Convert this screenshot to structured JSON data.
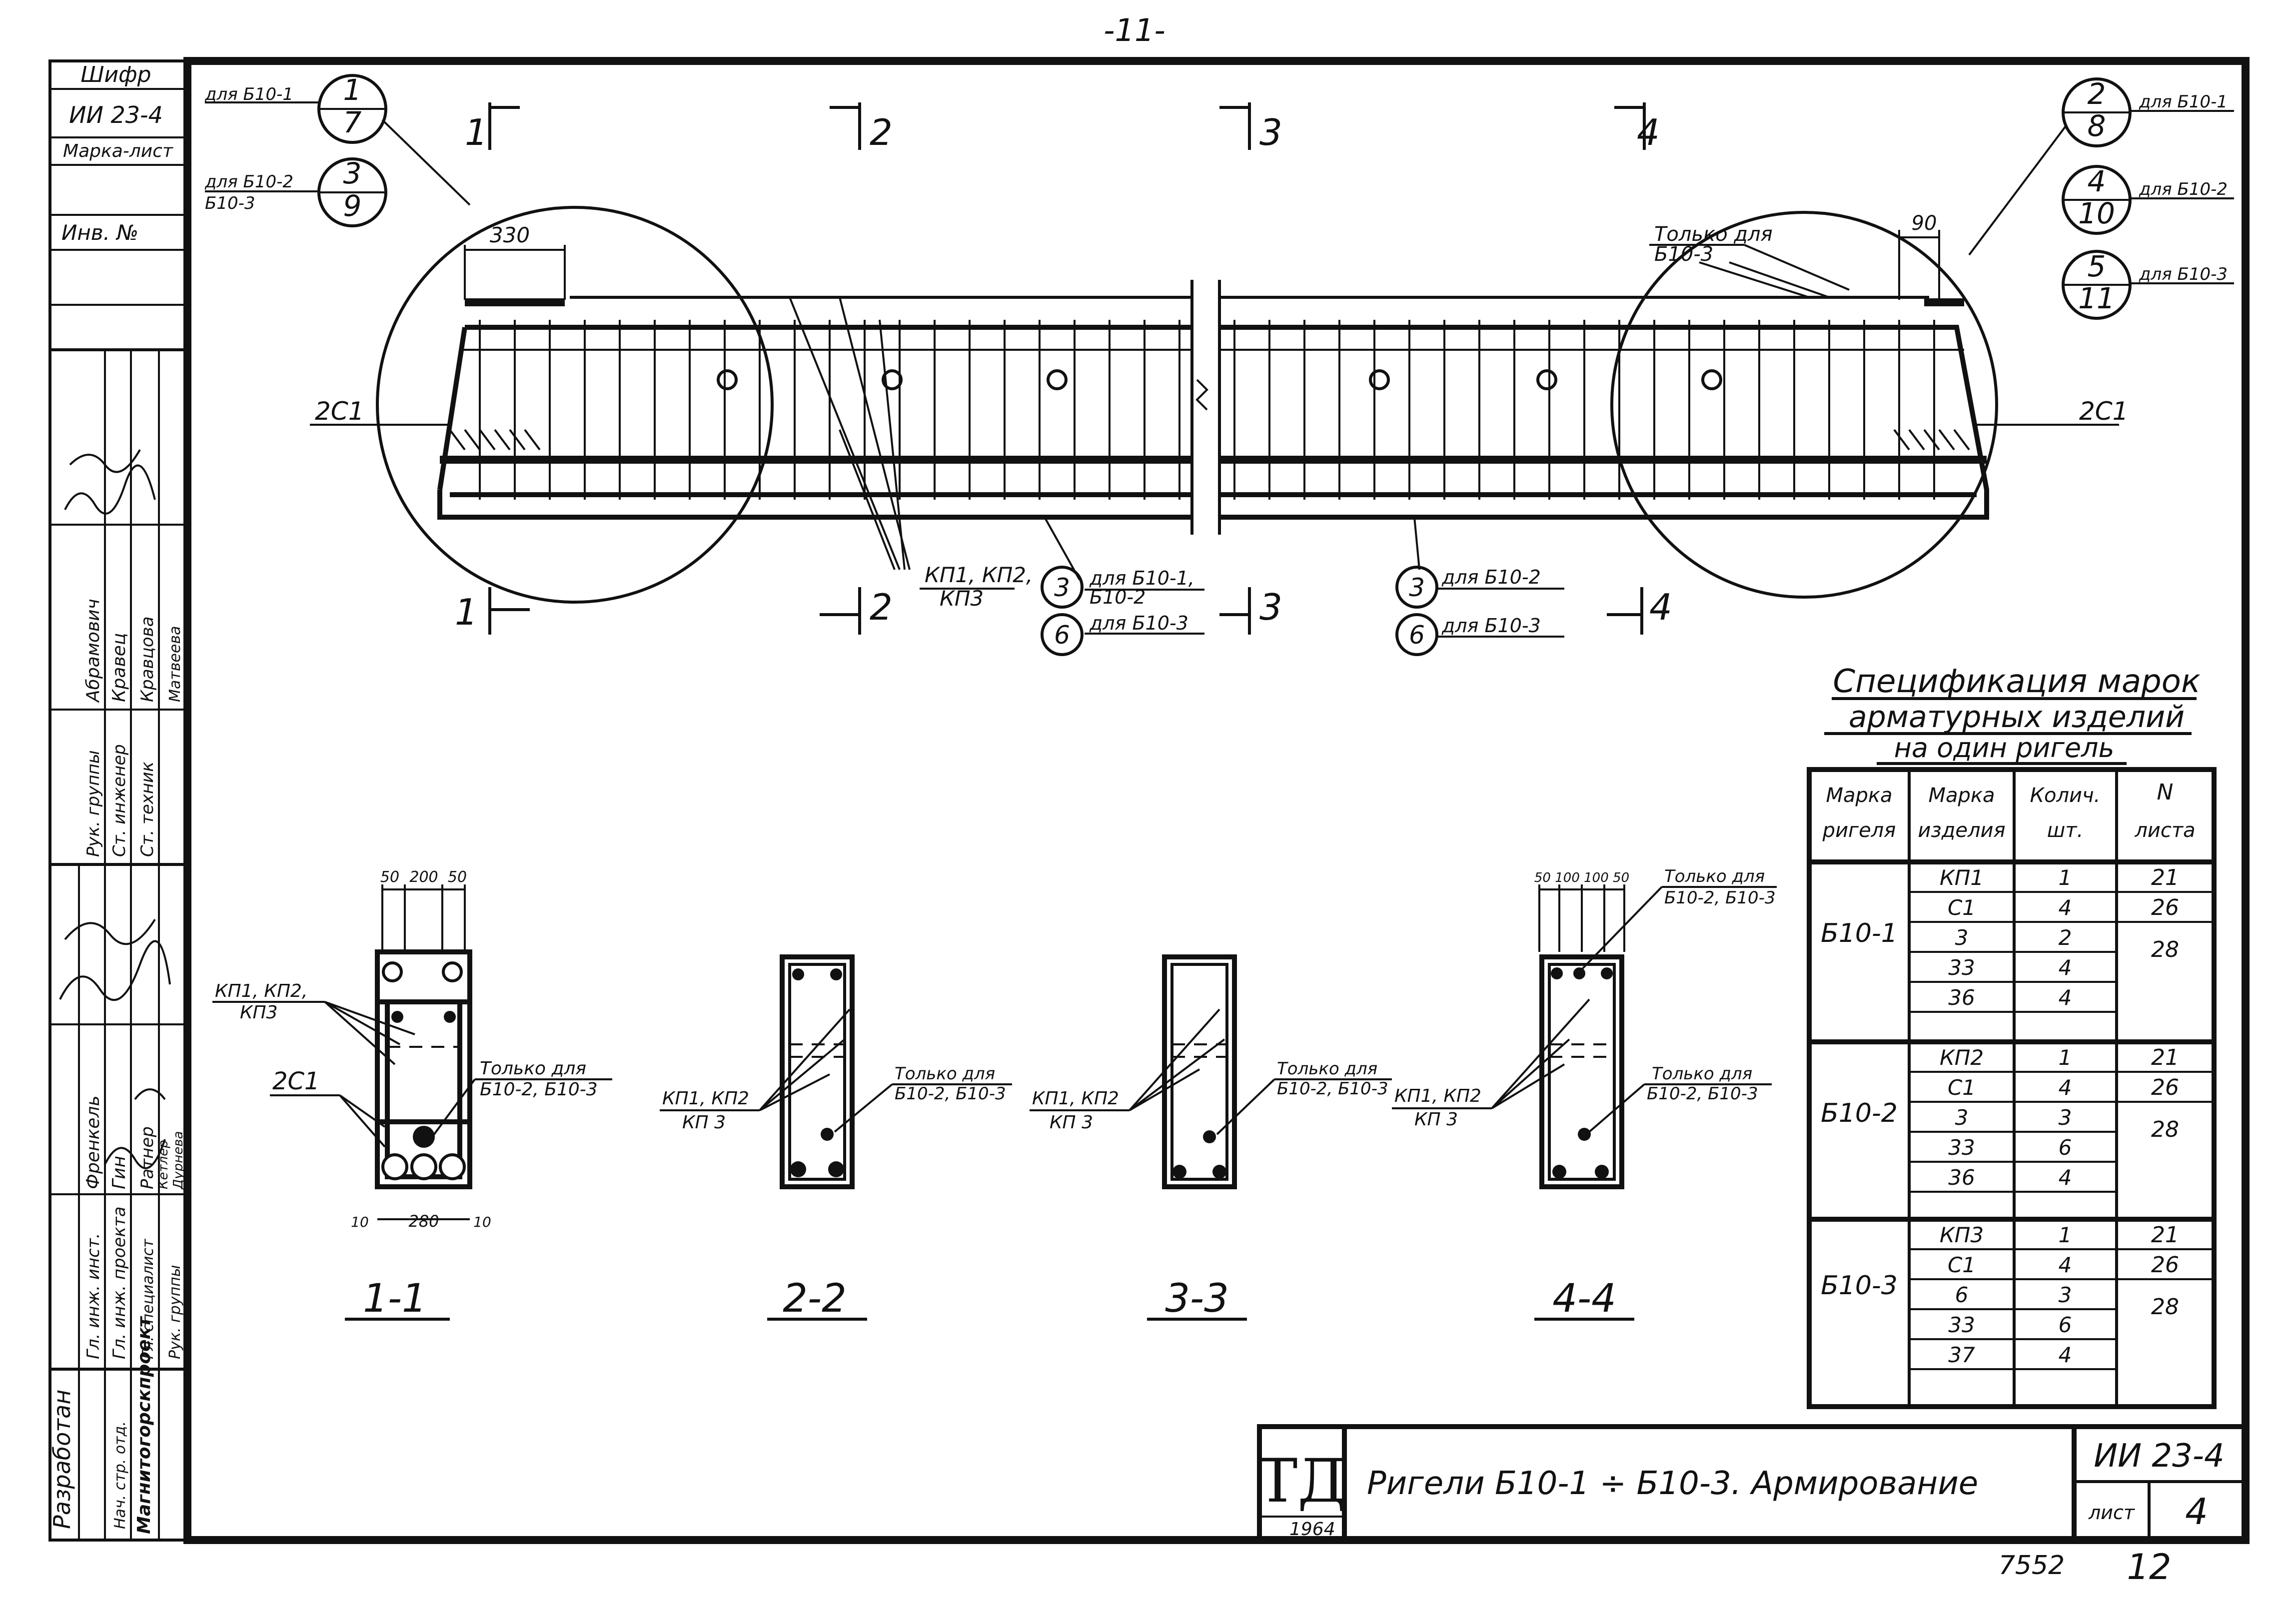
{
  "page_number": "-11-",
  "left_strip": {
    "code_header": "Шифр",
    "code": "ИИ 23-4",
    "mark_sheet": "Марка-лист",
    "inv_no": "Инв. №",
    "developer": "Разработан",
    "org": "Магнитогорскпроект",
    "roles": [
      "Гл. инж. инст.",
      "Гл. инж. проекта",
      "Нач. стр. отд.",
      "Гл. специалист",
      "Рук. группы",
      "Рук. группы",
      "Ст. инженер",
      "Ст. техник"
    ],
    "names": [
      "Френкель",
      "Гин",
      "Ратнер",
      "Кетлер",
      "Дурнева",
      "Абрамович",
      "Кравец",
      "Кравцова",
      "Матвеева"
    ]
  },
  "elevation": {
    "left_callouts": [
      {
        "label": "для Б10-1",
        "top": "1",
        "bottom": "7"
      },
      {
        "label": "для Б10-2",
        "label2": "Б10-3",
        "top": "3",
        "bottom": "9"
      }
    ],
    "right_callouts": [
      {
        "label": "для Б10-1",
        "top": "2",
        "bottom": "8"
      },
      {
        "label": "для Б10-2",
        "top": "4",
        "bottom": "10"
      },
      {
        "label": "для Б10-3",
        "top": "5",
        "bottom": "11"
      }
    ],
    "dim_left": "330",
    "dim_right": "90",
    "only_for": "Только для",
    "only_for_mark": "Б10-3",
    "label_2c1": "2С1",
    "cuts": [
      "1",
      "2",
      "3",
      "4"
    ],
    "kp_label": "КП1, КП2,",
    "kp_label2": "КП3",
    "bar_note_left": {
      "num1": "3",
      "text1": "для Б10-1,",
      "text1b": "Б10-2",
      "num2": "6",
      "text2": "для Б10-3"
    },
    "bar_note_right": {
      "num1": "3",
      "text1": "для Б10-2",
      "num2": "6",
      "text2": "для Б10-3"
    }
  },
  "sections": [
    {
      "title": "1-1",
      "dims_top": [
        "50",
        "200",
        "50"
      ],
      "dim_bottom": "280",
      "dim_side": "10",
      "kp": "КП1, КП2,",
      "kp2": "КП3",
      "c": "2С1",
      "only": "Только для",
      "only2": "Б10-2, Б10-3"
    },
    {
      "title": "2-2",
      "kp": "КП1, КП2",
      "kp2": "КП 3",
      "only": "Только для",
      "only2": "Б10-2, Б10-3"
    },
    {
      "title": "3-3",
      "kp": "КП1, КП2",
      "kp2": "КП 3",
      "only": "Только для",
      "only2": "Б10-2, Б10-3"
    },
    {
      "title": "4-4",
      "dims_top": "50 100 100 50",
      "kp": "КП1, КП2",
      "kp2": "КП 3",
      "only": "Только для",
      "only2": "Б10-2, Б10-3",
      "only_low": "Только для",
      "only_low2": "Б10-2, Б10-3"
    }
  ],
  "spec_table": {
    "title_lines": [
      "Спецификация марок",
      "арматурных изделий",
      "на один ригель"
    ],
    "headers": [
      [
        "Марка",
        "ригеля"
      ],
      [
        "Марка",
        "изделия"
      ],
      [
        "Колич.",
        "шт."
      ],
      [
        "N",
        "листа"
      ]
    ],
    "groups": [
      {
        "mark": "Б10-1",
        "rows": [
          [
            "КП1",
            "1",
            "21"
          ],
          [
            "С1",
            "4",
            "26"
          ],
          [
            "3",
            "2",
            ""
          ],
          [
            "33",
            "4",
            "28"
          ],
          [
            "36",
            "4",
            ""
          ]
        ]
      },
      {
        "mark": "Б10-2",
        "rows": [
          [
            "КП2",
            "1",
            "21"
          ],
          [
            "С1",
            "4",
            "26"
          ],
          [
            "3",
            "3",
            ""
          ],
          [
            "33",
            "6",
            "28"
          ],
          [
            "36",
            "4",
            ""
          ]
        ]
      },
      {
        "mark": "Б10-3",
        "rows": [
          [
            "КП3",
            "1",
            "21"
          ],
          [
            "С1",
            "4",
            "26"
          ],
          [
            "6",
            "3",
            ""
          ],
          [
            "33",
            "6",
            "28"
          ],
          [
            "37",
            "4",
            ""
          ]
        ]
      }
    ]
  },
  "title_block": {
    "logo": "ТД",
    "year": "1964",
    "title": "Ригели Б10-1 ÷ Б10-3. Армирование",
    "code": "ИИ 23-4",
    "sheet_label": "лист",
    "sheet_no": "4"
  },
  "bottom_numbers": {
    "left": "7552",
    "right": "12"
  }
}
